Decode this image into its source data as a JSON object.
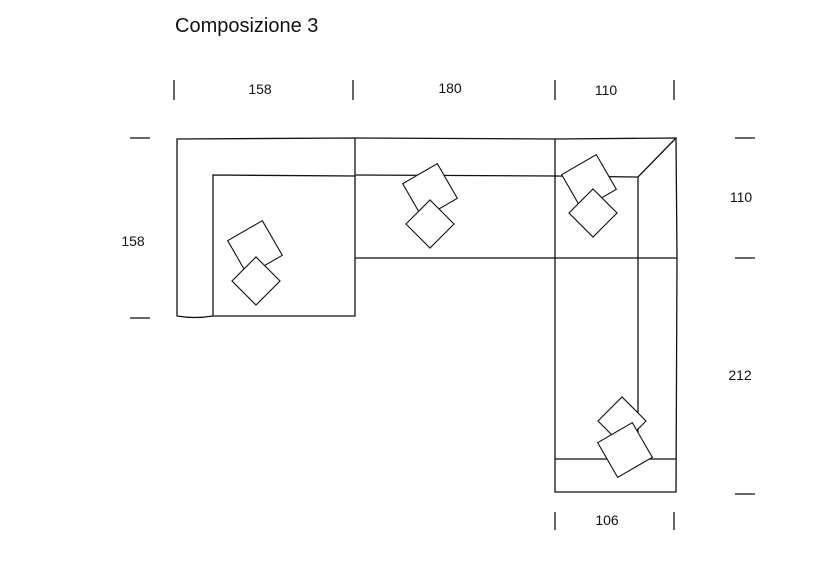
{
  "title": "Composizione 3",
  "dimensions": {
    "top": [
      "158",
      "180",
      "110"
    ],
    "left": "158",
    "right": [
      "110",
      "212"
    ],
    "bottom": "106"
  }
}
